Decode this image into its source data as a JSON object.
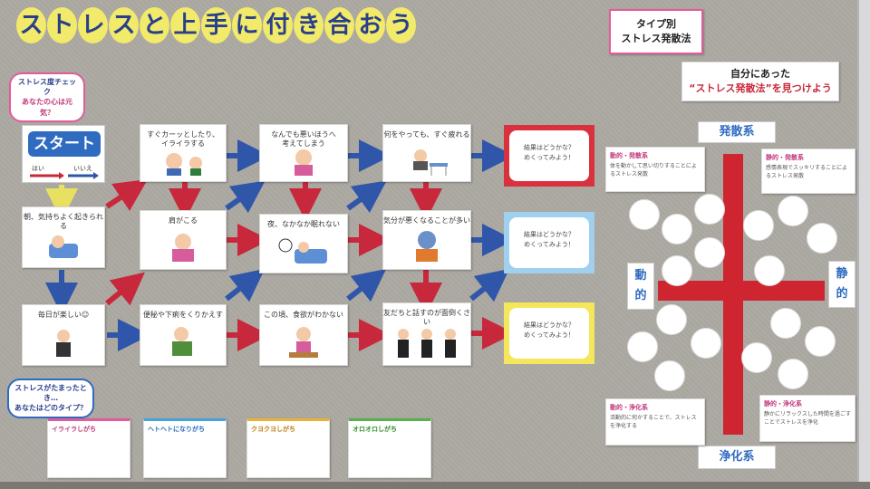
{
  "title": [
    "ス",
    "ト",
    "レ",
    "ス",
    "と",
    "上",
    "手",
    "に",
    "付",
    "き",
    "合",
    "お",
    "う"
  ],
  "check_bubble": {
    "line1": "ストレス度チェック",
    "line2": "あなたの心は元気？"
  },
  "start": {
    "label": "スタート",
    "yes": "はい",
    "no": "いいえ"
  },
  "cards": {
    "irritated": "すぐカーッとしたり、\nイライラする",
    "pessimistic": "なんでも悪いほうへ\n考えてしまう",
    "tired": "何をやっても、すぐ疲れる",
    "morning": "朝、気持ちよく起きられる",
    "shoulder": "肩がこる",
    "sleep": "夜、なかなか眠れない",
    "mood": "気分が悪くなることが多い",
    "fun": "毎日が楽しい☺",
    "stomach": "便秘や下痢をくりかえす",
    "appetite": "この頃、食欲がわかない",
    "friends": "友だちと話すのが面倒くさい"
  },
  "result": {
    "line1": "結果はどうかな？",
    "line2": "めくってみよう！"
  },
  "colors": {
    "result_red": "#d9323e",
    "result_blue": "#9fd0ee",
    "result_yellow": "#f5e75c",
    "arrow_red": "#c8283b",
    "arrow_blue": "#2f56a8",
    "cross": "#cf2530"
  },
  "type_label": {
    "line1": "タイプ別",
    "line2": "ストレス発散法"
  },
  "find_label": {
    "line1": "自分にあった",
    "line2": "“ストレス発散法”を見つけよう"
  },
  "axes": {
    "top": "発散系",
    "bottom": "浄化系",
    "left": "動\n的",
    "right": "静\n的"
  },
  "quadrants": {
    "tl": {
      "title": "動的・発散系",
      "text": "体を動かして思い切りすることによるストレス発散"
    },
    "tr": {
      "title": "静的・発散系",
      "text": "感情表現でスッキリすることによるストレス発散"
    },
    "bl": {
      "title": "動的・浄化系",
      "text": "活動的に何かすることで、ストレスを浄化する"
    },
    "br": {
      "title": "静的・浄化系",
      "text": "静かにリラックスした時間を過ごすことでストレスを浄化"
    }
  },
  "type_bubble": {
    "line1": "ストレスがたまったとき…",
    "line2": "あなたはどのタイプ？"
  },
  "type_notes": [
    {
      "title": "イライラしがち",
      "text": ""
    },
    {
      "title": "ヘトヘトになりがち",
      "text": ""
    },
    {
      "title": "クヨクヨしがち",
      "text": ""
    },
    {
      "title": "オロオロしがち",
      "text": ""
    }
  ]
}
